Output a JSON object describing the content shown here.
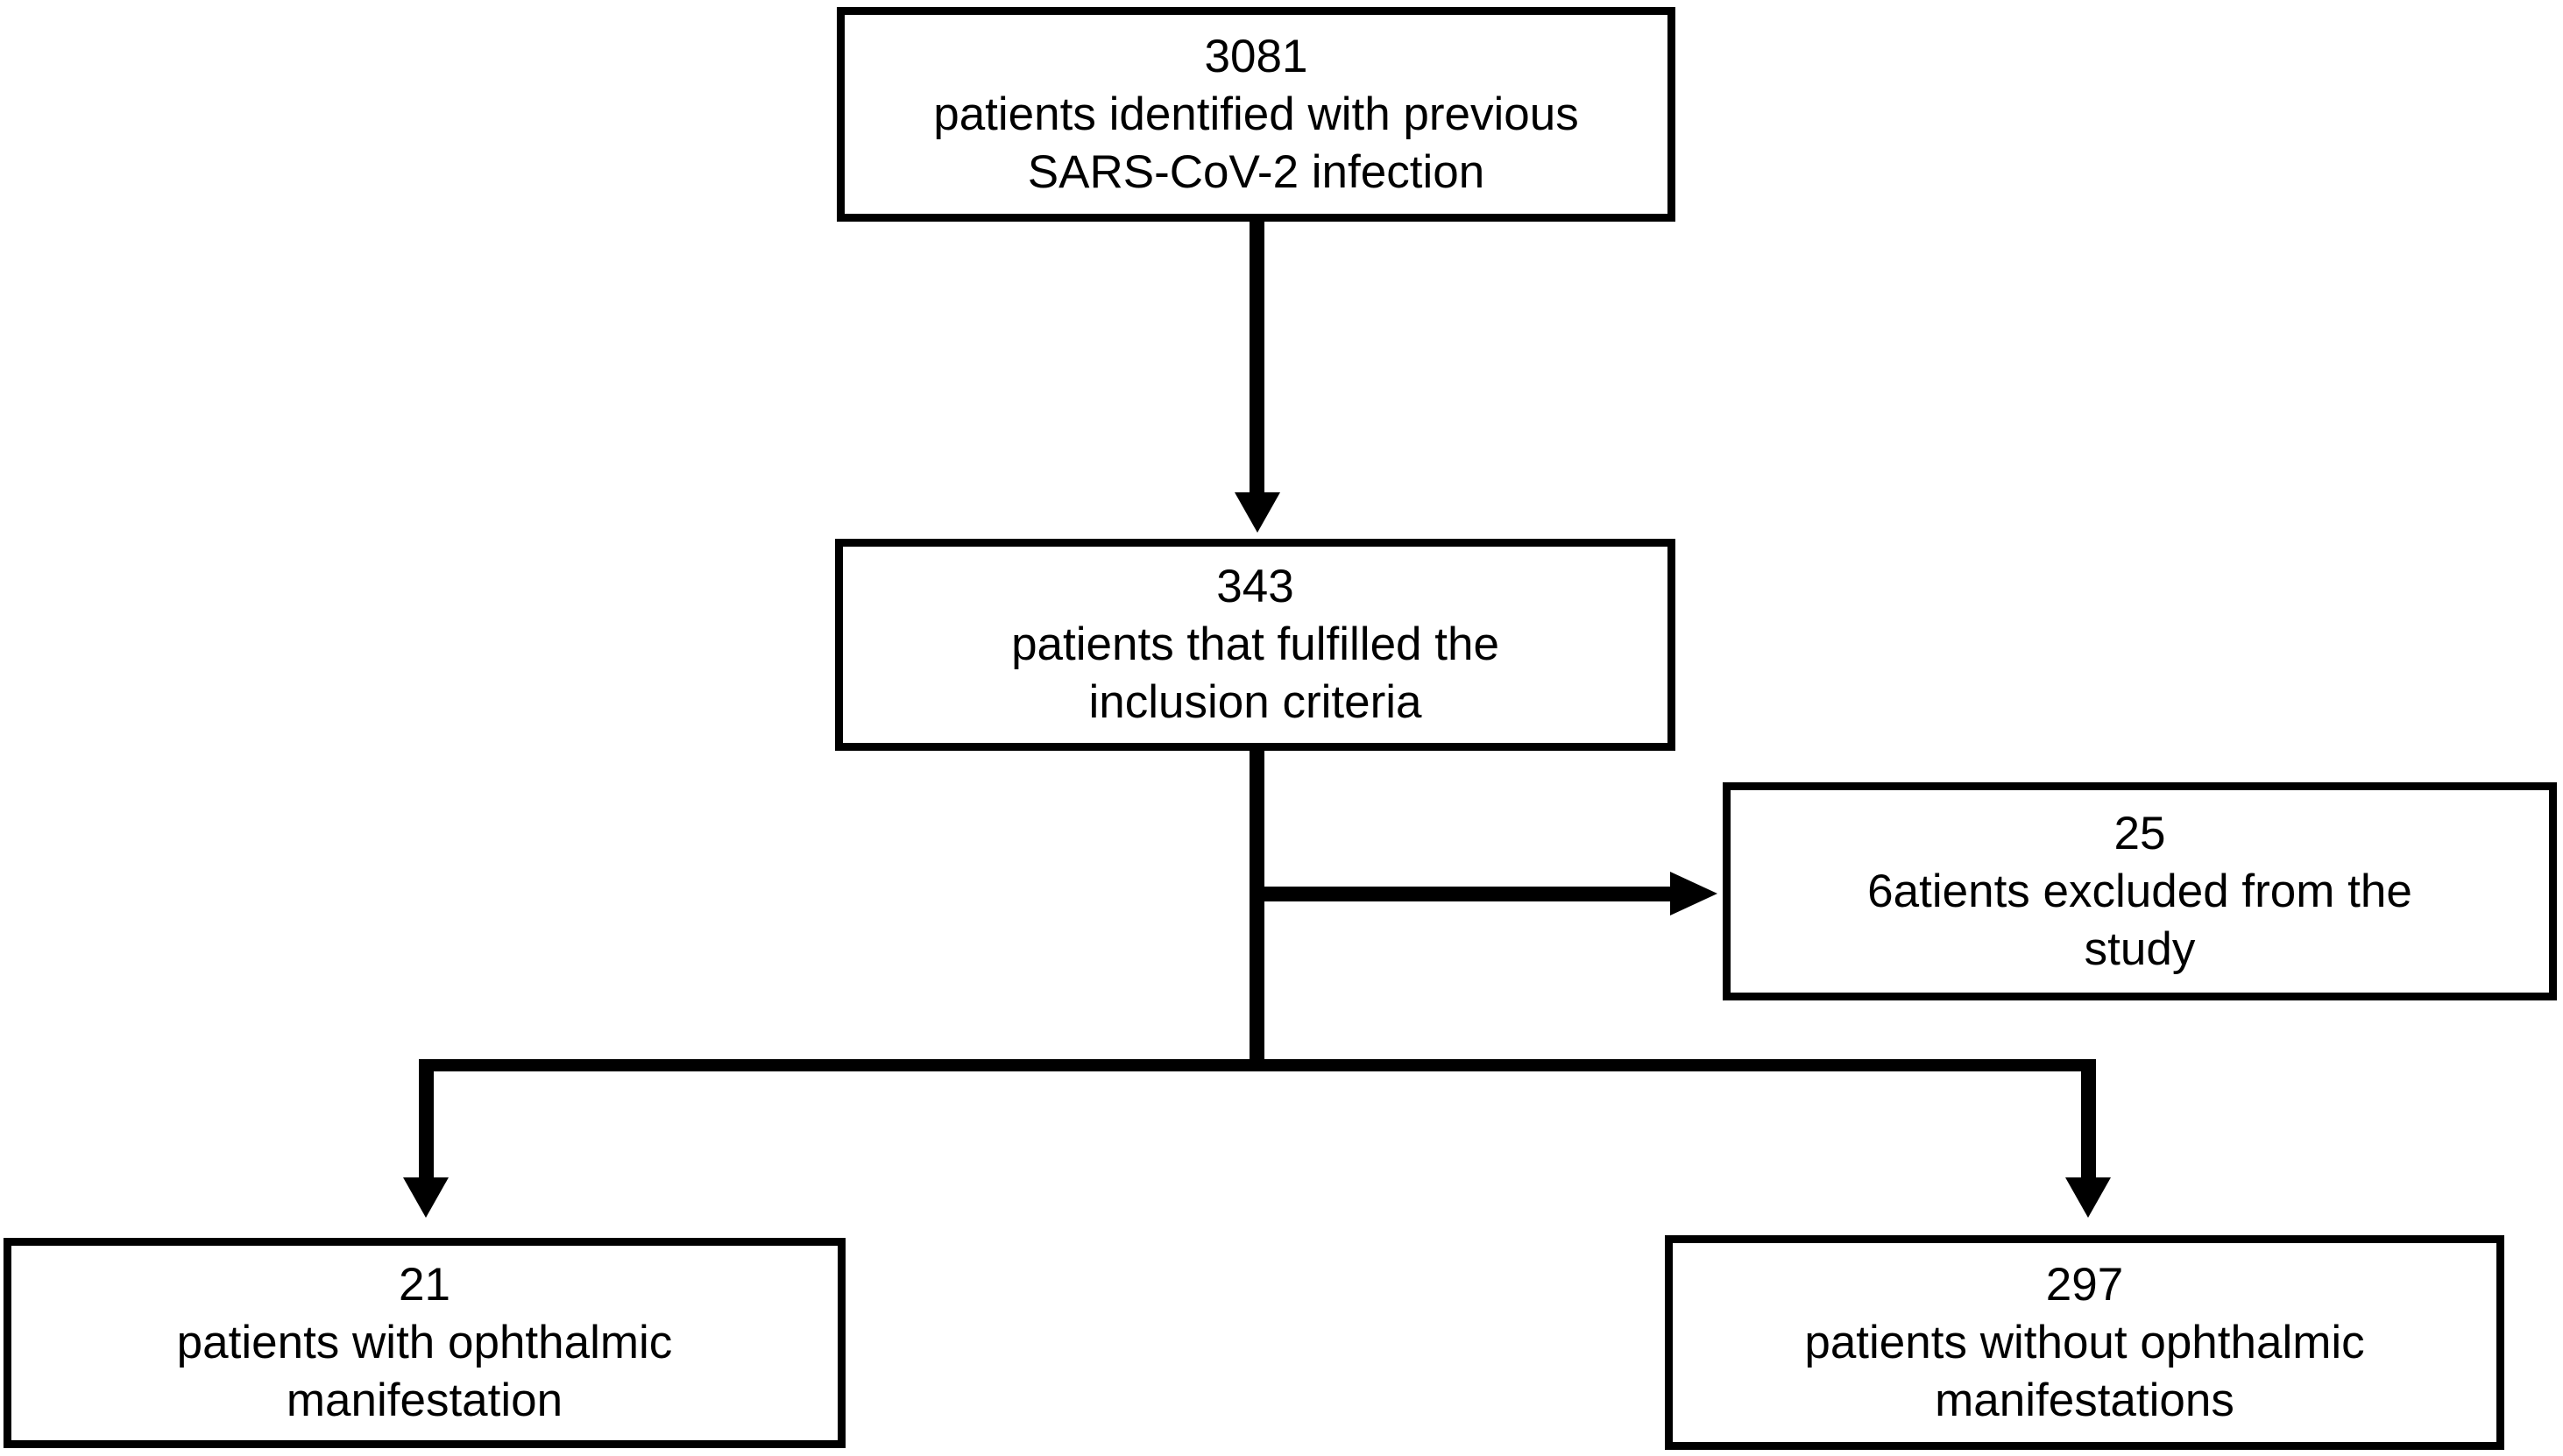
{
  "figure": {
    "type": "flowchart",
    "background_color": "#ffffff",
    "line_color": "#000000",
    "boxes": {
      "identified": {
        "count": "3081",
        "line1": "patients identified with previous",
        "line2": "SARS-CoV-2 infection"
      },
      "inclusion": {
        "count": "343",
        "line1": "patients that fulfilled the",
        "line2": "inclusion criteria"
      },
      "excluded": {
        "count": "25",
        "line1": "6atients excluded from the",
        "line2": "study"
      },
      "ophthalmic": {
        "count": "21",
        "line1": "patients with ophthalmic",
        "line2": "manifestation"
      },
      "no_ophthalmic": {
        "count": "297",
        "line1": "patients without ophthalmic",
        "line2": "manifestations"
      }
    }
  }
}
